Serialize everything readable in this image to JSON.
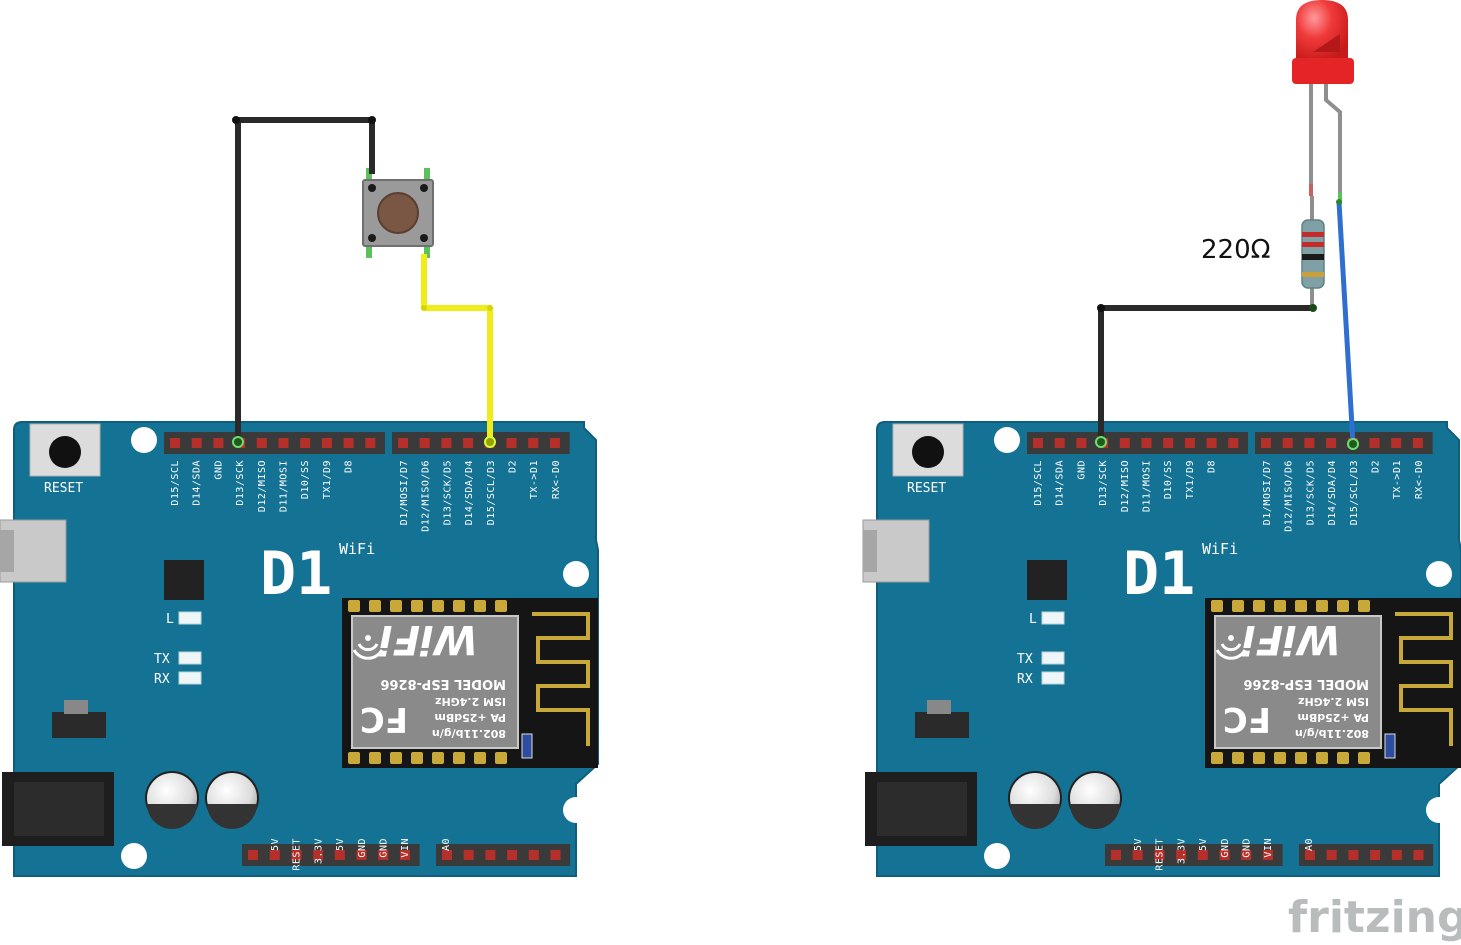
{
  "boards": [
    {
      "reset_label": "RESET",
      "logo": "D1",
      "logo_sub": "WiFi",
      "led_labels": [
        "L",
        "TX",
        "RX"
      ],
      "top_pins_left": [
        "D15/SCL",
        "D14/SDA",
        "GND",
        "D13/SCK",
        "D12/MISO",
        "D11/MOSI",
        "D10/SS",
        "TX1/D9",
        "D8"
      ],
      "top_pins_right": [
        "D1/MOSI/D7",
        "D12/MISO/D6",
        "D13/SCK/D5",
        "D14/SDA/D4",
        "D15/SCL/D3",
        "D2",
        "TX->D1",
        "RX<-D0"
      ],
      "bottom_pins_power": [
        "5V",
        "RESET",
        "3.3V",
        "5V",
        "GND",
        "GND",
        "VIN"
      ],
      "bottom_pins_analog": [
        "A0"
      ],
      "module": {
        "wifi_text": "WiFi",
        "model": "MODEL  ESP-8266",
        "band": "ISM 2.4GHz",
        "power": "PA +25dBm",
        "standard": "802.11b/g/n",
        "fc_mark": "FC"
      }
    },
    {
      "reset_label": "RESET",
      "logo": "D1",
      "logo_sub": "WiFi",
      "led_labels": [
        "L",
        "TX",
        "RX"
      ],
      "top_pins_left": [
        "D15/SCL",
        "D14/SDA",
        "GND",
        "D13/SCK",
        "D12/MISO",
        "D11/MOSI",
        "D10/SS",
        "TX1/D9",
        "D8"
      ],
      "top_pins_right": [
        "D1/MOSI/D7",
        "D12/MISO/D6",
        "D13/SCK/D5",
        "D14/SDA/D4",
        "D15/SCL/D3",
        "D2",
        "TX->D1",
        "RX<-D0"
      ],
      "bottom_pins_power": [
        "5V",
        "RESET",
        "3.3V",
        "5V",
        "GND",
        "GND",
        "VIN"
      ],
      "bottom_pins_analog": [
        "A0"
      ],
      "module": {
        "wifi_text": "WiFi",
        "model": "MODEL  ESP-8266",
        "band": "ISM 2.4GHz",
        "power": "PA +25dBm",
        "standard": "802.11b/g/n",
        "fc_mark": "FC"
      }
    }
  ],
  "resistor_label": "220Ω",
  "brand": "fritzing",
  "colors": {
    "board": "#147394",
    "board_edge": "#0f5f7c",
    "header": "#3a3a3a",
    "header_pin": "#b6302b",
    "wire_gnd": "#2a2a2a",
    "wire_signal_button": "#f0ec1a",
    "wire_signal_led": "#2f6fd0",
    "led_body": "#ec2b2b",
    "button_body": "#8a8a8a",
    "button_cap": "#7a5a48"
  }
}
